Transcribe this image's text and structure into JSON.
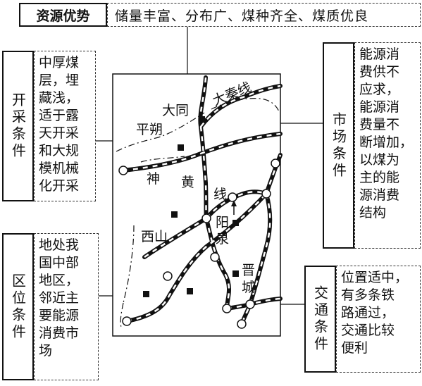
{
  "resource": {
    "title": "资源优势",
    "content": "储量丰富、分布广、煤种齐全、煤质优良"
  },
  "mining": {
    "title": "开采条件",
    "content": "中厚煤\n层，埋\n藏浅，\n适于露\n天开采\n和大规\n模机械\n化开采"
  },
  "location": {
    "title": "区位条件",
    "content": "地处我\n国中部\n地区，\n邻近主\n要能源\n消费市\n场"
  },
  "market": {
    "title": "市场条件",
    "content": "能源消\n费供不\n应求，\n能源消\n费量不\n断增加，\n以煤为\n主的能\n源消费\n结构"
  },
  "transport": {
    "title": "交通条件",
    "content": "位置适中，\n有多条铁\n路通过，\n交通比较\n便利"
  },
  "map": {
    "labels": {
      "datong": "大同",
      "shuozhou": "平朔",
      "daqin": "大秦线",
      "shen": "神",
      "huang": "黄",
      "xian": "线",
      "xishan": "西山",
      "yang": "阳",
      "quan": "泉",
      "jin": "晋",
      "cheng": "城"
    }
  }
}
